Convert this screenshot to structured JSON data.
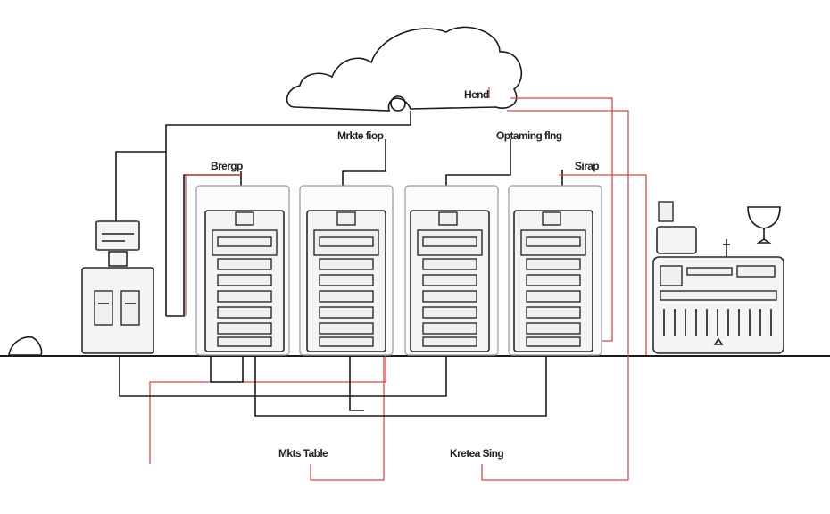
{
  "labels": {
    "cloud": "Hend",
    "left_top": "Mrkte fiop",
    "right_top": "Optaming flng",
    "rack_left": "Brergp",
    "rack_right": "Sirap",
    "bottom_left": "Mkts Table",
    "bottom_right": "Kretea Sing"
  },
  "colors": {
    "line": "#1a1a1a",
    "accent": "#d24a4a",
    "fill": "#f4f4f4"
  },
  "racks": [
    {
      "id": "rack-1",
      "drawer_labels": [
        "",
        "",
        "",
        "",
        ""
      ]
    },
    {
      "id": "rack-2",
      "drawer_labels": [
        "",
        "",
        "",
        "",
        ""
      ]
    },
    {
      "id": "rack-3",
      "drawer_labels": [
        "",
        "",
        "",
        "",
        ""
      ]
    },
    {
      "id": "rack-4",
      "drawer_labels": [
        "",
        "",
        "",
        "",
        ""
      ]
    }
  ]
}
